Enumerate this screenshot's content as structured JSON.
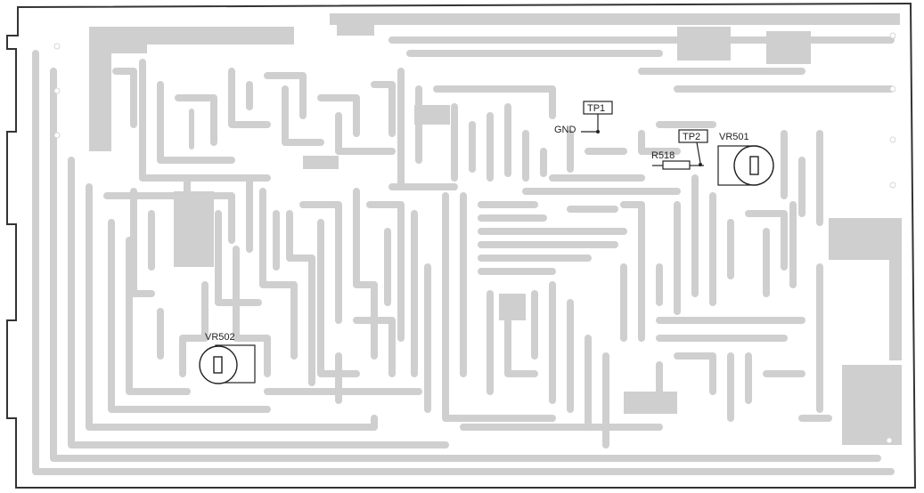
{
  "labels": {
    "tp1": "TP1",
    "tp2": "TP2",
    "gnd": "GND",
    "r518": "R518",
    "vr501": "VR501",
    "vr502": "VR502"
  },
  "colors": {
    "board": "#ffffff",
    "trace": "#cfcfcf",
    "outline": "#333333",
    "ink": "#222222"
  }
}
